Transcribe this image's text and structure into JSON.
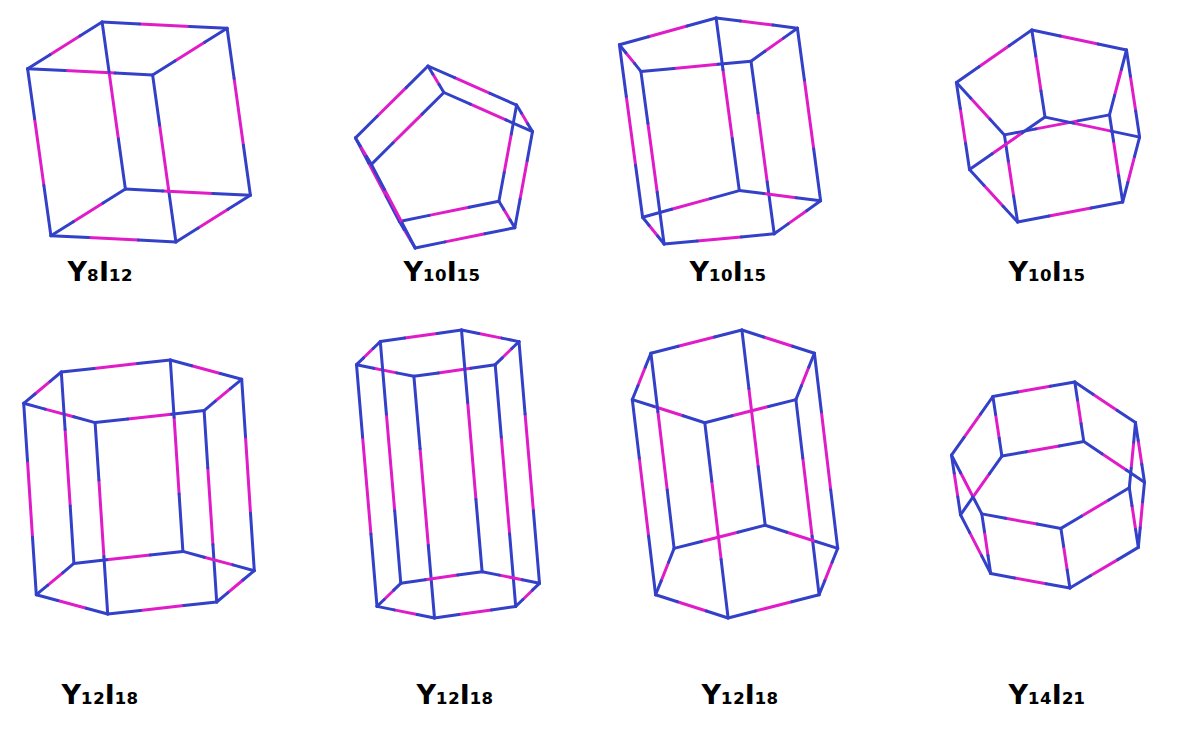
{
  "diagram": {
    "labels": [
      "Y₈I₁₂",
      "Y₁₀I₁₅",
      "Y₁₀I₁₅",
      "Y₁₀I₁₅",
      "Y₁₂I₁₈",
      "Y₁₂I₁₈",
      "Y₁₂I₁₈",
      "Y₁₄I₂₁"
    ]
  }
}
